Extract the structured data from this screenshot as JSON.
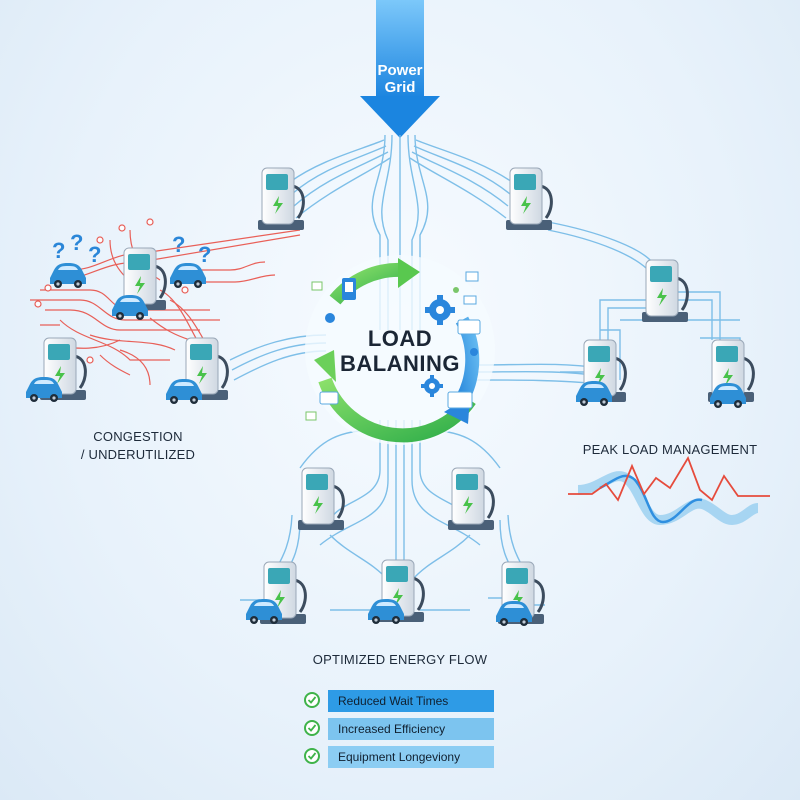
{
  "labels": {
    "power_grid_line1": "Power",
    "power_grid_line2": "Grid",
    "center_line1": "LOAD",
    "center_line2": "BALANING",
    "congestion_line1": "CONGESTION",
    "congestion_line2": "/ UNDERUTILIZED",
    "peak": "PEAK LOAD MANAGEMENT",
    "flow": "OPTIMIZED ENERGY FLOW"
  },
  "benefits": [
    "Reduced Wait Times",
    "Increased Efficiency",
    "Equipment Longeviony"
  ],
  "icons": {
    "question": "?",
    "charger": "charging-station-icon",
    "car": "electric-car-icon",
    "check": "check-circle-icon",
    "gear": "gear-icon",
    "bolt": "lightning-bolt-icon"
  },
  "colors": {
    "grid_arrow": "#1e8ee8",
    "balanced_lines": "#6fb8e8",
    "congested_lines": "#e8463c",
    "cycle_green": "#49c24a",
    "cycle_blue": "#2f8fe0",
    "charger_screen": "#3aa7b6",
    "car_body": "#2e8fd6",
    "peak_red": "#e64b3c",
    "peak_blue": "#6bb8e6",
    "check_green": "#3fb34a"
  }
}
